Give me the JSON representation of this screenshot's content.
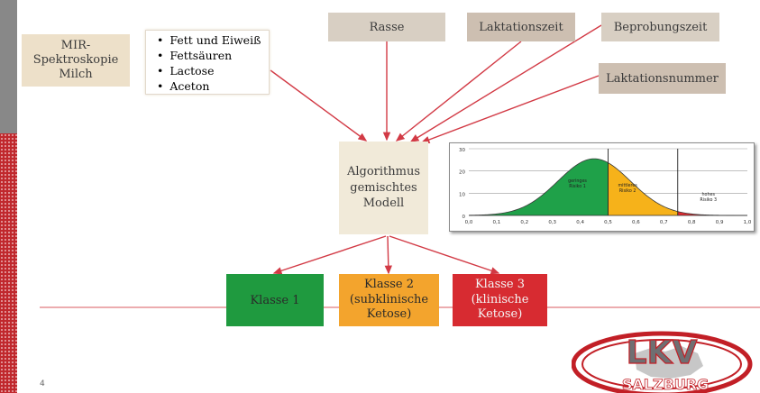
{
  "sources": {
    "mir": "MIR-\nSpektroskopie\nMilch",
    "mir_lines": [
      "MIR-",
      "Spektroskopie",
      "Milch"
    ],
    "components": [
      "Fett und Eiweiß",
      "Fettsäuren",
      "Lactose",
      "Aceton"
    ],
    "rasse": "Rasse",
    "laktationszeit": "Laktationszeit",
    "beprobungszeit": "Beprobungszeit",
    "laktationsnummer": "Laktationsnummer"
  },
  "algorithm": {
    "lines": [
      "Algorithmus",
      "gemischtes",
      "Modell"
    ]
  },
  "classes": [
    {
      "lines": [
        "Klasse 1"
      ],
      "color": "#1f9a3f"
    },
    {
      "lines": [
        "Klasse 2",
        "(subklinische",
        "Ketose)"
      ],
      "color": "#f3a42d"
    },
    {
      "lines": [
        "Klasse 3",
        "(klinische",
        "Ketose)"
      ],
      "color": "#d72b31"
    }
  ],
  "chart_data": {
    "type": "area",
    "x_ticks": [
      "0,0",
      "0,1",
      "0,2",
      "0,3",
      "0,4",
      "0,5",
      "0,6",
      "0,7",
      "0,8",
      "0,9",
      "1,0"
    ],
    "y_ticks": [
      "0",
      "10",
      "20",
      "30"
    ],
    "xlim": [
      0,
      1.0
    ],
    "ylim": [
      0,
      30
    ],
    "grid": true,
    "distribution": {
      "mean": 0.45,
      "sd": 0.13,
      "peak": 25.5
    },
    "thresholds": [
      0.5,
      0.75
    ],
    "regions": [
      {
        "label_lines": [
          "geringes",
          "Risiko 1"
        ],
        "from": 0.0,
        "to": 0.5,
        "color": "#1fa149",
        "label_x": 0.39,
        "label_y": 15
      },
      {
        "label_lines": [
          "mittleres",
          "Risiko 2"
        ],
        "from": 0.5,
        "to": 0.75,
        "color": "#f6b21a",
        "label_x": 0.57,
        "label_y": 13
      },
      {
        "label_lines": [
          "hohes",
          "Risiko 3"
        ],
        "from": 0.75,
        "to": 1.0,
        "color": "#e02a2f",
        "label_x": 0.86,
        "label_y": 9
      }
    ]
  },
  "footer": {
    "page_number": "4"
  },
  "logo": {
    "letters": "LKV",
    "subtitle": "SALZBURG",
    "ring_color": "#c21f26"
  },
  "colors": {
    "arrow": "#d23a45",
    "separator": "#e07a7f"
  }
}
